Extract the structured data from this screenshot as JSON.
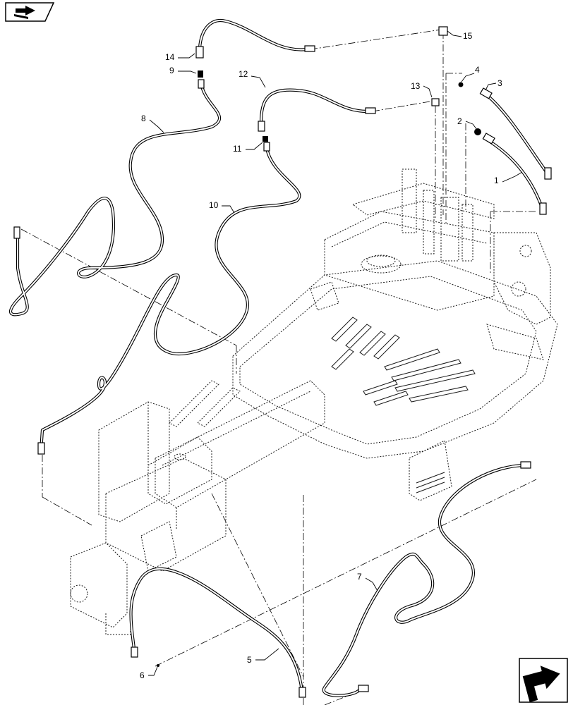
{
  "diagram": {
    "callouts": [
      {
        "id": "c1",
        "text": "1"
      },
      {
        "id": "c2",
        "text": "2"
      },
      {
        "id": "c3",
        "text": "3"
      },
      {
        "id": "c4",
        "text": "4"
      },
      {
        "id": "c5",
        "text": "5"
      },
      {
        "id": "c6",
        "text": "6"
      },
      {
        "id": "c7",
        "text": "7"
      },
      {
        "id": "c8",
        "text": "8"
      },
      {
        "id": "c9",
        "text": "9"
      },
      {
        "id": "c10",
        "text": "10"
      },
      {
        "id": "c11",
        "text": "11"
      },
      {
        "id": "c12",
        "text": "12"
      },
      {
        "id": "c13",
        "text": "13"
      },
      {
        "id": "c14",
        "text": "14"
      },
      {
        "id": "c15",
        "text": "15"
      }
    ]
  },
  "icons": {
    "top_left": "book-arrow-icon",
    "bottom_right": "next-page-arrow-icon"
  }
}
